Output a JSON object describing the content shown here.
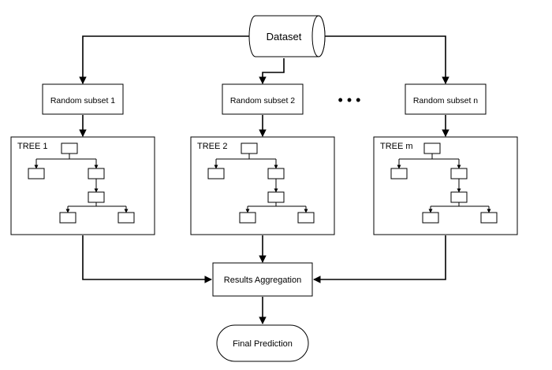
{
  "dataset": {
    "label": "Dataset"
  },
  "subsets": [
    {
      "label": "Random subset 1"
    },
    {
      "label": "Random subset 2"
    },
    {
      "label": "Random subset n"
    }
  ],
  "ellipsis": {
    "label": "• • •"
  },
  "trees": [
    {
      "label": "TREE 1"
    },
    {
      "label": "TREE 2"
    },
    {
      "label": "TREE m"
    }
  ],
  "aggregation": {
    "label": "Results Aggregation"
  },
  "prediction": {
    "label": "Final Prediction"
  },
  "colors": {
    "stroke": "#000000",
    "fill": "#ffffff",
    "text": "#000000"
  }
}
